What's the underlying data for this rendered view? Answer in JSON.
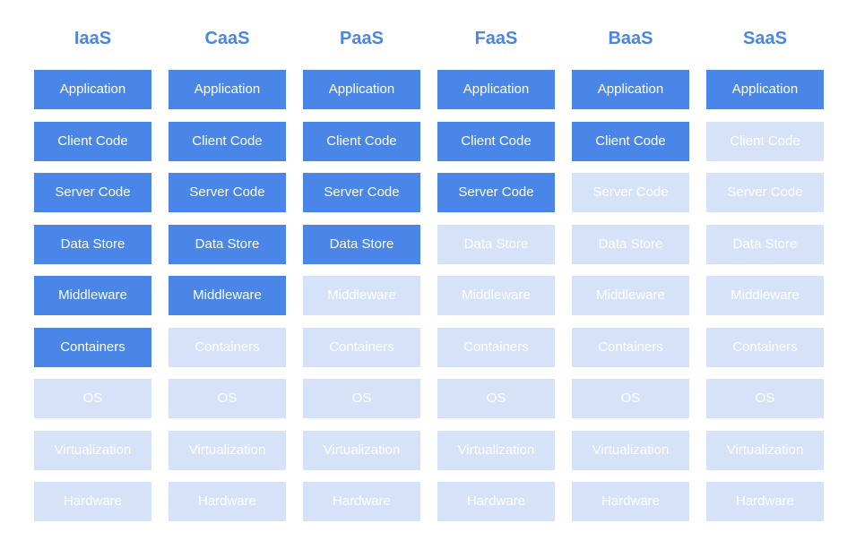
{
  "colors": {
    "managed": "#4a86e8",
    "provided": "#d6e2f7",
    "header": "#4a86e8",
    "label": "#ffffff"
  },
  "layers": [
    "Application",
    "Client Code",
    "Server Code",
    "Data Store",
    "Middleware",
    "Containers",
    "OS",
    "Virtualization",
    "Hardware"
  ],
  "models": [
    {
      "name": "IaaS",
      "managed_count": 6
    },
    {
      "name": "CaaS",
      "managed_count": 5
    },
    {
      "name": "PaaS",
      "managed_count": 4
    },
    {
      "name": "FaaS",
      "managed_count": 3
    },
    {
      "name": "BaaS",
      "managed_count": 2
    },
    {
      "name": "SaaS",
      "managed_count": 1
    }
  ]
}
